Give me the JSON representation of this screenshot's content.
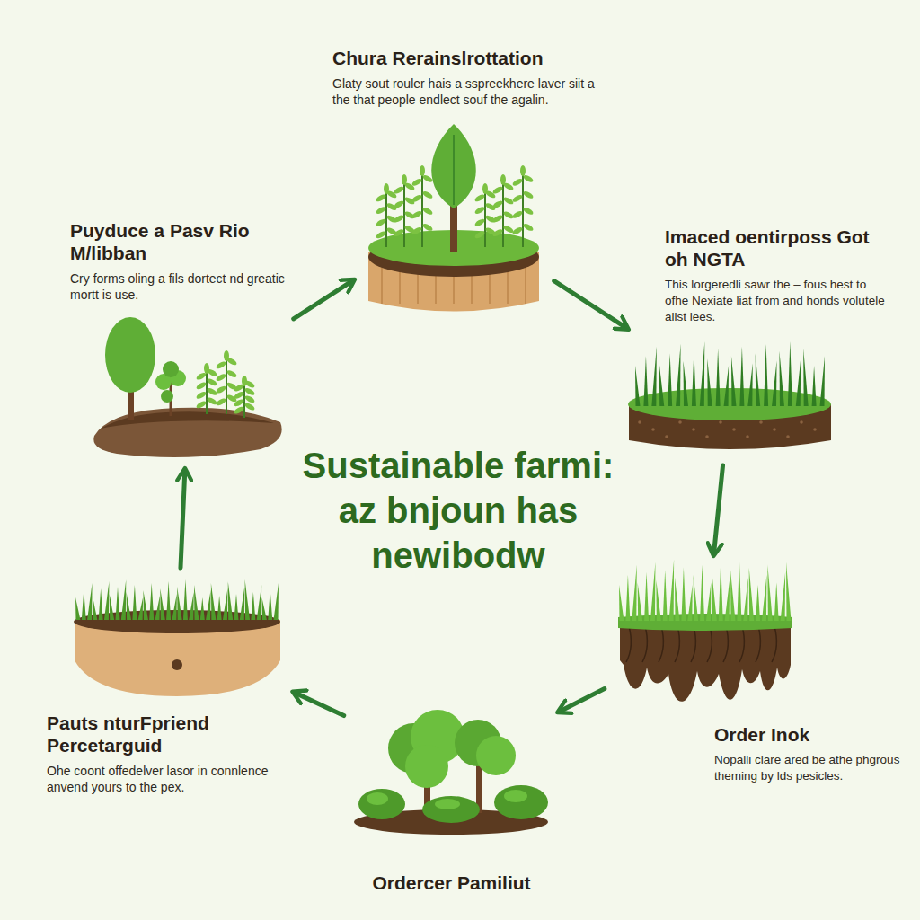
{
  "diagram": {
    "nodes": [
      {
        "text": [
          "Chura Rerainslrottation",
          "Glaty sout rouler hais a sspreekhere laver siit a the that people endlect souf the agalin."
        ]
      },
      {
        "text": [
          "Imaced oentirposs Got oh NGTA",
          "This lorgeredli sawr the – fous hest to ofhe Nexiate liat from and honds volutele alist lees."
        ]
      },
      {
        "text": [
          "Order Inok",
          "Nopalli clare ared be athe phgrous theming by lds pesicles."
        ]
      },
      {
        "text": [
          "Ordercer Pamiliut"
        ]
      },
      {
        "text": [
          "Pauts nturFpriend Percetarguid",
          "Ohe coont offedelver lasor in connlence anvend yours to the pex."
        ]
      },
      {
        "text": [
          "Puyduce a Pasv Rio M/libban",
          "Cry forms oling a fils dortect nd greatic mortt is use."
        ]
      },
      {
        "text": [
          "Sustainable farmi: az bnjoun has newibodw"
        ]
      }
    ],
    "edges": [
      {
        "from": 0,
        "to": 1,
        "arrow": "to"
      },
      {
        "from": 1,
        "to": 2,
        "arrow": "to"
      },
      {
        "from": 2,
        "to": 3,
        "arrow": "to"
      },
      {
        "from": 3,
        "to": 4,
        "arrow": "to"
      },
      {
        "from": 4,
        "to": 5,
        "arrow": "to"
      },
      {
        "from": 5,
        "to": 0,
        "arrow": "to"
      }
    ]
  }
}
